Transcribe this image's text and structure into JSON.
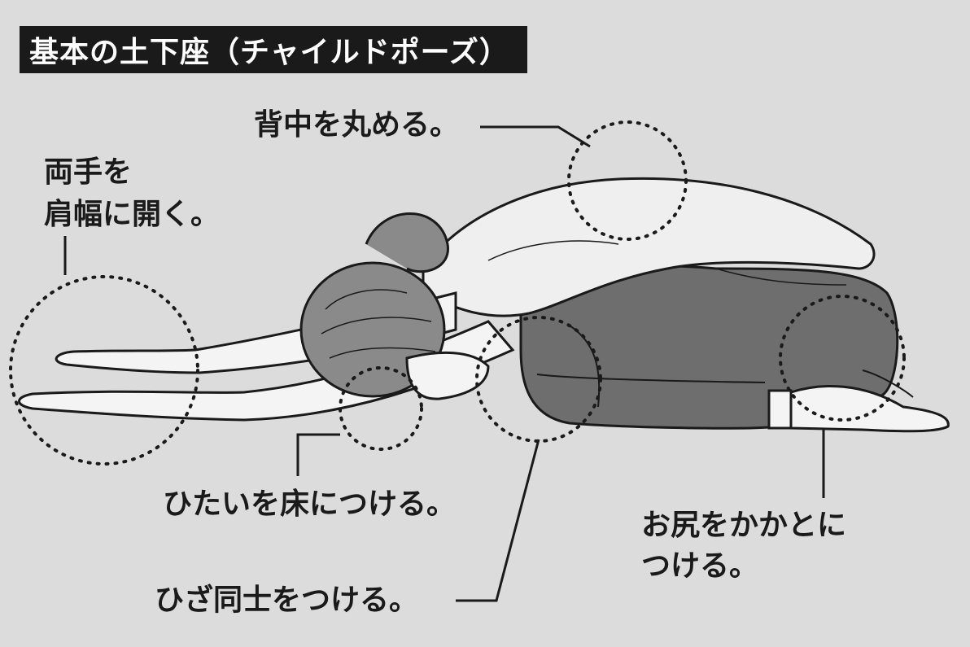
{
  "title": "基本の土下座（チャイルドポーズ）",
  "annotations": {
    "back": "背中を丸める。",
    "hands_line1": "両手を",
    "hands_line2": "肩幅に開く。",
    "forehead": "ひたいを床につける。",
    "hips_line1": "お尻をかかとに",
    "hips_line2": "つける。",
    "knees": "ひざ同士をつける。"
  },
  "colors": {
    "background": "#dcdcdc",
    "ink": "#1a1a1a",
    "pants": "#6e6e6e",
    "hair": "#8a8a8a",
    "skin": "#f4f4f4"
  }
}
